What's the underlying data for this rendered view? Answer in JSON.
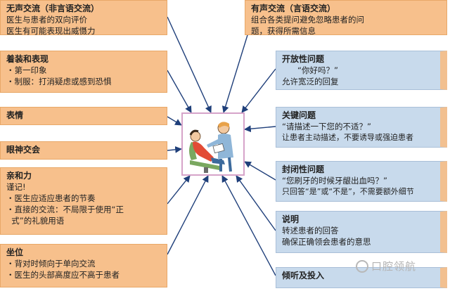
{
  "left_boxes": [
    {
      "title": "无声交流（非言语交流）",
      "lines": [
        "医生与患者的双向评价",
        "医生有可能表现出威慑力"
      ]
    },
    {
      "title": "着装和表现",
      "lines": [
        "・第一印象",
        "・制服：打消疑虑或感到恐惧"
      ]
    },
    {
      "title": "表情",
      "lines": []
    },
    {
      "title": "眼神交会",
      "lines": []
    },
    {
      "title": "亲和力",
      "lines": [
        "谨记!",
        "・医生应适应患者的节奏",
        "・直接的交流：不局限于使用“正",
        "  式”的礼貌用语"
      ]
    },
    {
      "title": "坐位",
      "lines": [
        "・背对时倾向于单向交流",
        "・医生的头部高度应不高于患者"
      ]
    }
  ],
  "right_boxes": [
    {
      "title": "有声交流（言语交流）",
      "lines": [
        "组合各类提问避免忽略患者的问",
        "题，获得所需信息"
      ]
    },
    {
      "title": "开放性问题",
      "lines": [
        "“你好吗？”",
        "允许宽泛的回复"
      ]
    },
    {
      "title": "关键问题",
      "lines": [
        "“请描述一下您的不适？”",
        "让患者主动描述，不要诱导或强迫患者"
      ]
    },
    {
      "title": "封闭性问题",
      "lines": [
        "“您刷牙的时候牙龈出血吗？”",
        "只回答“是”或“不是”，不需要额外细节"
      ]
    },
    {
      "title": "说明",
      "lines": [
        "转述患者的回答",
        "确保正确领会患者的意思"
      ]
    },
    {
      "title": "倾听及投入",
      "lines": []
    }
  ],
  "watermark": "口腔领航",
  "colors": {
    "left_box": "#f7c08c",
    "right_box": "#c8daec",
    "arrow": "#1f3f7a",
    "frame": "#d6a3c9"
  }
}
